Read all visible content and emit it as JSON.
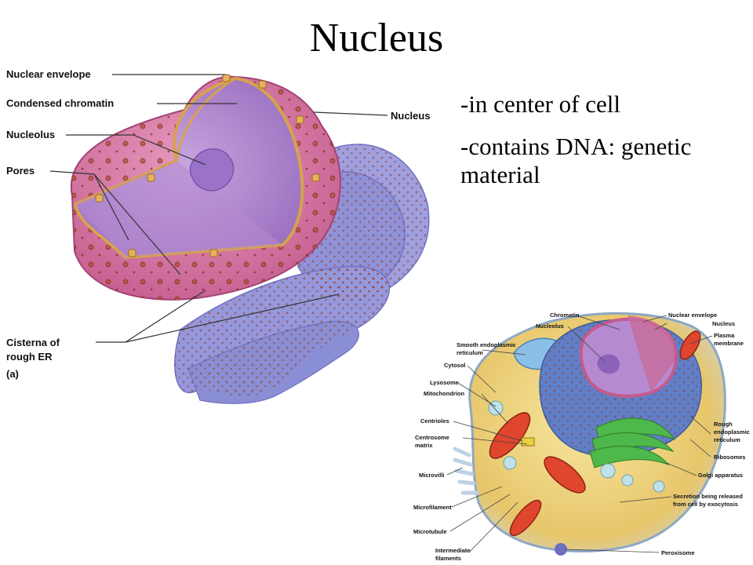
{
  "title": "Nucleus",
  "bullets": [
    "-in center of cell",
    "-contains DNA: genetic material"
  ],
  "figure_a": {
    "labels": {
      "nuclear_envelope": "Nuclear envelope",
      "condensed_chromatin": "Condensed chromatin",
      "nucleolus": "Nucleolus",
      "pores": "Pores",
      "nucleus": "Nucleus",
      "cisterna_1": "Cisterna of",
      "cisterna_2": "rough ER",
      "panel": "(a)"
    }
  },
  "figure_b": {
    "labels": {
      "chromatin": "Chromatin",
      "nucleolus": "Nucleolus",
      "smooth_er_1": "Smooth endoplasmic",
      "smooth_er_2": "reticulum",
      "cytosol": "Cytosol",
      "lysosome": "Lysosome",
      "mitochondrion": "Mitochondrion",
      "centrioles": "Centrioles",
      "centrosome_1": "Centrosome",
      "centrosome_2": "matrix",
      "microvilli": "Microvilli",
      "microfilament": "Microfilament",
      "microtubule": "Microtubule",
      "intermediate_1": "Intermediate",
      "intermediate_2": "filaments",
      "nuclear_envelope": "Nuclear envelope",
      "nucleus": "Nucleus",
      "plasma_1": "Plasma",
      "plasma_2": "membrane",
      "rough_er_1": "Rough",
      "rough_er_2": "endoplasmic",
      "rough_er_3": "reticulum",
      "ribosomes": "Ribosomes",
      "golgi": "Golgi apparatus",
      "secretion_1": "Secretion being released",
      "secretion_2": "from cell by exocytosis",
      "peroxisome": "Peroxisome"
    }
  },
  "colors": {
    "nucleus_pink": "#d06a9a",
    "chromatin_purple": "#b58ad0",
    "er_blue": "#8f92d8",
    "ribosome_brown": "#8a3a1a",
    "pore_gold": "#e6b35a",
    "cytoplasm_yellow": "#f3dc84",
    "golgi_green": "#4fb84a",
    "mito_red": "#e0452e"
  }
}
